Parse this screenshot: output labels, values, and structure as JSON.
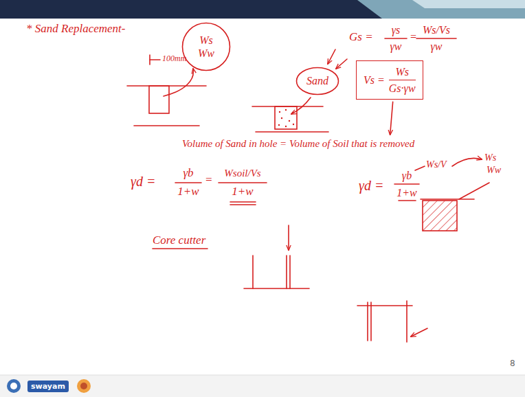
{
  "diagram": {
    "nodes": [
      {
        "text": [
          "Ws",
          "Ww"
        ]
      },
      {
        "text": [
          "Sand"
        ]
      },
      {
        "text": [
          "Vs =",
          "Ws",
          "Gs·γw"
        ]
      }
    ],
    "labels": [
      "* Sand Replacement-",
      "100mm",
      "Gs =",
      "γs",
      "γw",
      "=",
      "Ws/Vs",
      "γw",
      "Volume of Sand in hole = Volume of Soil that is removed",
      "γd =",
      "γb",
      "1+w",
      "=",
      "Wsoil/Vs",
      "1+w",
      "γd =",
      "γb",
      "1+w",
      "Ws/V",
      "Ws",
      "Ww",
      "Core cutter",
      "8",
      "swayam"
    ]
  }
}
